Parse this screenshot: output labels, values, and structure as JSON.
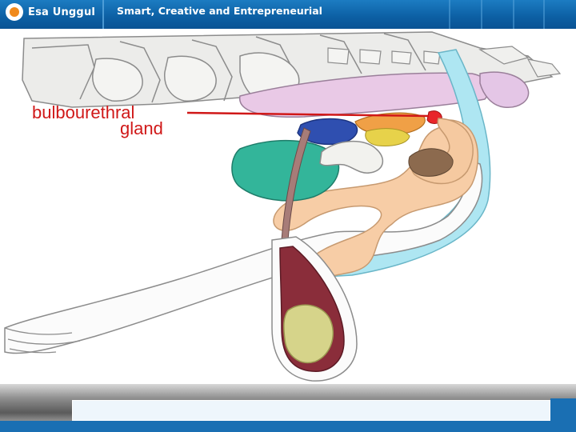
{
  "header": {
    "brand": "Esa Unggul",
    "tagline": "Smart, Creative and Entrepreneurial"
  },
  "diagram": {
    "label_line1": "bulbourethral",
    "label_line2": "gland"
  },
  "colors": {
    "header_blue": "#0c5fa3",
    "logo_orange": "#f08a1c",
    "label_arrow": "#d01818",
    "prostate_blue": "#2f4fb0",
    "seminal_vesicle_green": "#33b59a",
    "bladder_pink": "#e9c9e6",
    "rectum_cyan": "#aee6f2",
    "penis_tan": "#f7cda6",
    "testis_yellow": "#d6d48a",
    "scrotum_maroon": "#8a2d3a"
  }
}
